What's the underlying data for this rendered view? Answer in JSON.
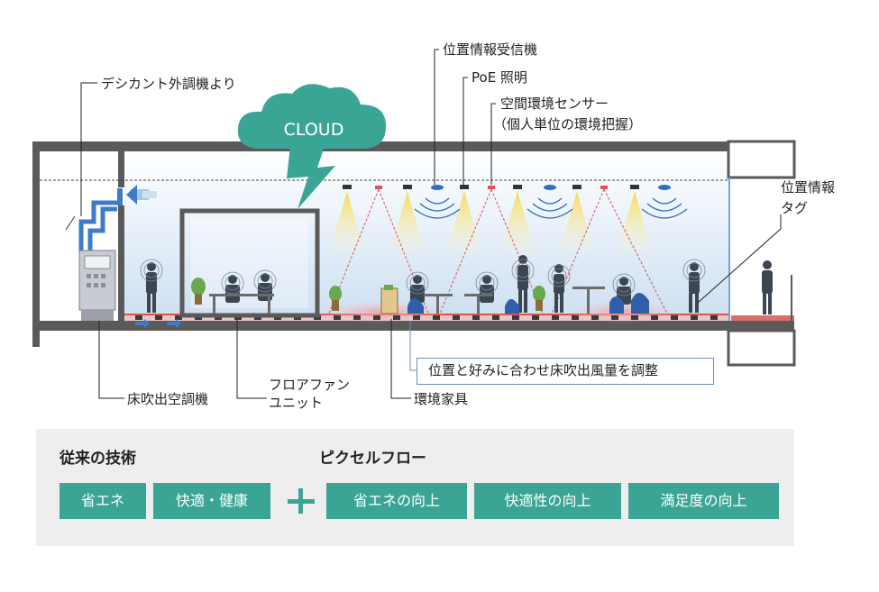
{
  "labels": {
    "desiccant": "デシカント外調機より",
    "cloud": "CLOUD",
    "position_receiver": "位置情報受信機",
    "poe_light": "PoE 照明",
    "env_sensor": "空間環境センサー",
    "env_sensor_sub": "（個人単位の環境把握）",
    "position_tag_1": "位置情報",
    "position_tag_2": "タグ",
    "floor_ac": "床吹出空調機",
    "floor_fan_1": "フロアファン",
    "floor_fan_2": "ユニット",
    "env_furniture": "環境家具",
    "adjust_note": "位置と好みに合わせ床吹出風量を調整"
  },
  "comparison": {
    "conventional_title": "従来の技術",
    "conventional_items": [
      "省エネ",
      "快適・健康"
    ],
    "plus_symbol": "+",
    "pixelflow_title": "ピクセルフロー",
    "pixelflow_items": [
      "省エネの向上",
      "快適性の向上",
      "満足度の向上"
    ]
  },
  "colors": {
    "accent_green": "#3aa595",
    "cloud_green": "#3aa595",
    "structure_gray": "#5a5a5a",
    "sky_blue": "#dce9f6",
    "duct_blue": "#3d7cc9",
    "light_yellow": "#f6e27a",
    "sensor_red": "#d9534f",
    "panel_gray": "#eeeeee"
  }
}
